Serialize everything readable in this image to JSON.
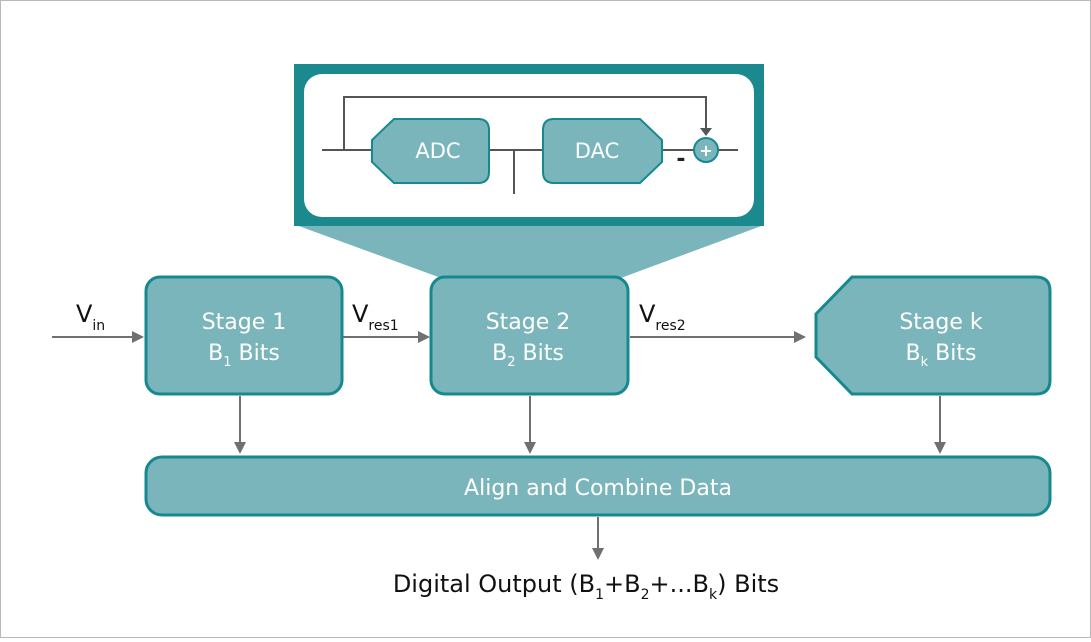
{
  "inset": {
    "adc_label": "ADC",
    "dac_label": "DAC",
    "minus_sign": "-",
    "plus_sign": "+"
  },
  "input": {
    "v": "V",
    "sub": "in"
  },
  "residue1": {
    "v": "V",
    "sub": "res1"
  },
  "residue2": {
    "v": "V",
    "sub": "res2"
  },
  "stages": [
    {
      "title": "Stage 1",
      "bits_b": "B",
      "bits_sub": "1",
      "bits_word": " Bits"
    },
    {
      "title": "Stage 2",
      "bits_b": "B",
      "bits_sub": "2",
      "bits_word": " Bits"
    },
    {
      "title": "Stage k",
      "bits_b": "B",
      "bits_sub": "k",
      "bits_word": " Bits"
    }
  ],
  "combine_label": "Align and Combine Data",
  "output": {
    "prefix": "Digital Output (B",
    "sub1": "1",
    "plus1": "+B",
    "sub2": "2",
    "plus2": "+...B",
    "subk": "k",
    "suffix": ") Bits"
  },
  "colors": {
    "box_fill": "#7ab5bb",
    "box_stroke": "#15898f",
    "dark_teal": "#1b8a8f",
    "funnel": "#7ab5bb",
    "arrow": "#707070",
    "box_text": "#ffffff"
  }
}
